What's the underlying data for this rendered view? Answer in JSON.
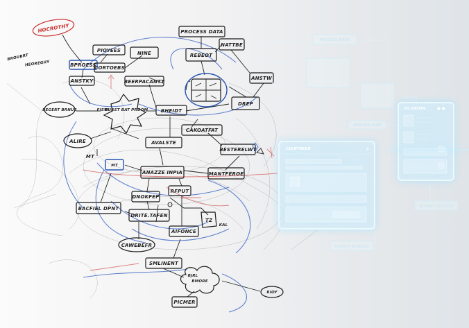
{
  "sketch": {
    "heading_left_top": "HOCROTHY",
    "heading_left_1": "BROUBRT",
    "heading_left_2": "HEOREGHY",
    "nodes": {
      "process_data": "PROCESS DATA",
      "pioyees": "PIOYEES",
      "nine": "NINE",
      "rebeot": "REBEOT",
      "nattbe": "NATTBE",
      "bproess": "BPROESS",
      "coptoebs": "CORTOEBS",
      "anstky": "ANSTKY",
      "beerpacantt": "BEERPACANTT",
      "anstw": "ANSTW",
      "begert_brnus": "BEGERT BRNUS",
      "fisw": "FISW",
      "durst_bat_proom": "DURST BAT PROOM",
      "bheidt": "BHEIDT",
      "drep": "DREP",
      "cakoatfat": "CAKOATFAT",
      "alire": "ALIRE",
      "avalste": "AVALSTE",
      "besterelwt": "BESTERELWT",
      "mt": "MT",
      "mt_small": "MT",
      "anazze_inpia": "ANAZZE INPIA",
      "mantferoe": "MANTFEROE",
      "rfput": "RFPUT",
      "baclfiel_dpnt": "BACFIEL DPNT",
      "dnokfep": "DNOKFEP",
      "drite_tafen": "DRITE.TAFEN",
      "aifonce": "AIFONCE",
      "tz": "TZ",
      "kal": "KAL",
      "cawebefr": "CAWEBEFR",
      "smlinent": "SMLINENT",
      "bmore": "BMORE",
      "rioy": "RIOY",
      "picmer": "PICMER",
      "bjrl": "BJRL"
    }
  },
  "digital": {
    "process_data": "PROCESS DATA",
    "nmhaed_rhat": "NMHAED RHAT",
    "output_results_right": "OUTPUT RESULTS",
    "output_results_bottom": "OUTPUT RESULTS",
    "big_panel_title": "CELRTNEKR",
    "big_panel_close": "x",
    "small_panel_title": "DS EATON",
    "small_panel_controls": "● ●",
    "panel_buttons": [
      "",
      "",
      ""
    ]
  },
  "colors": {
    "ink": "#1a1a1a",
    "blue_ink": "#2753b0",
    "red_ink": "#c62828",
    "hologram": "#eafaff"
  }
}
